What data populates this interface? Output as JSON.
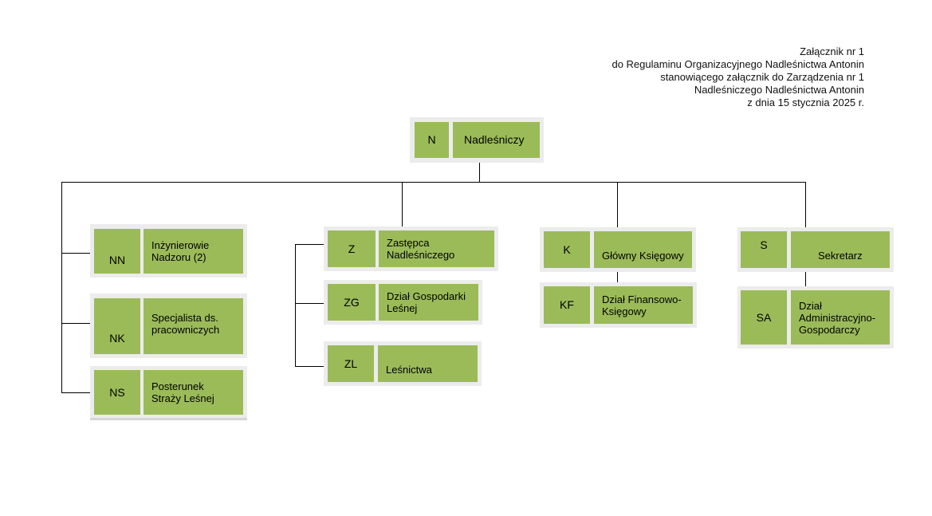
{
  "header": {
    "line1": "Załącznik nr 1",
    "line2": "do Regulaminu Organizacyjnego Nadleśnictwa Antonin",
    "line3": "stanowiącego załącznik do Zarządzenia nr 1",
    "line4": "Nadleśniczego Nadleśnictwa Antonin",
    "line5": "z dnia 15 stycznia 2025 r."
  },
  "org": {
    "root": {
      "code": "N",
      "label": "Nadleśniczy"
    },
    "nn": {
      "code": "NN",
      "label": "Inżynierowie\nNadzoru (2)"
    },
    "nk": {
      "code": "NK",
      "label": "Specjalista ds.\npracowniczych"
    },
    "ns": {
      "code": "NS",
      "label": "Posterunek\nStraży Leśnej"
    },
    "z": {
      "code": "Z",
      "label": "Zastępca\nNadleśniczego"
    },
    "zg": {
      "code": "ZG",
      "label": "Dział Gospodarki\nLeśnej"
    },
    "zl": {
      "code": "ZL",
      "label": "Leśnictwa"
    },
    "k": {
      "code": "K",
      "label": "Główny Księgowy"
    },
    "kf": {
      "code": "KF",
      "label": "Dział Finansowo-\nKsięgowy"
    },
    "s": {
      "code": "S",
      "label": "Sekretarz"
    },
    "sa": {
      "code": "SA",
      "label": "Dział\nAdministracyjno-\nGospodarczy"
    }
  }
}
